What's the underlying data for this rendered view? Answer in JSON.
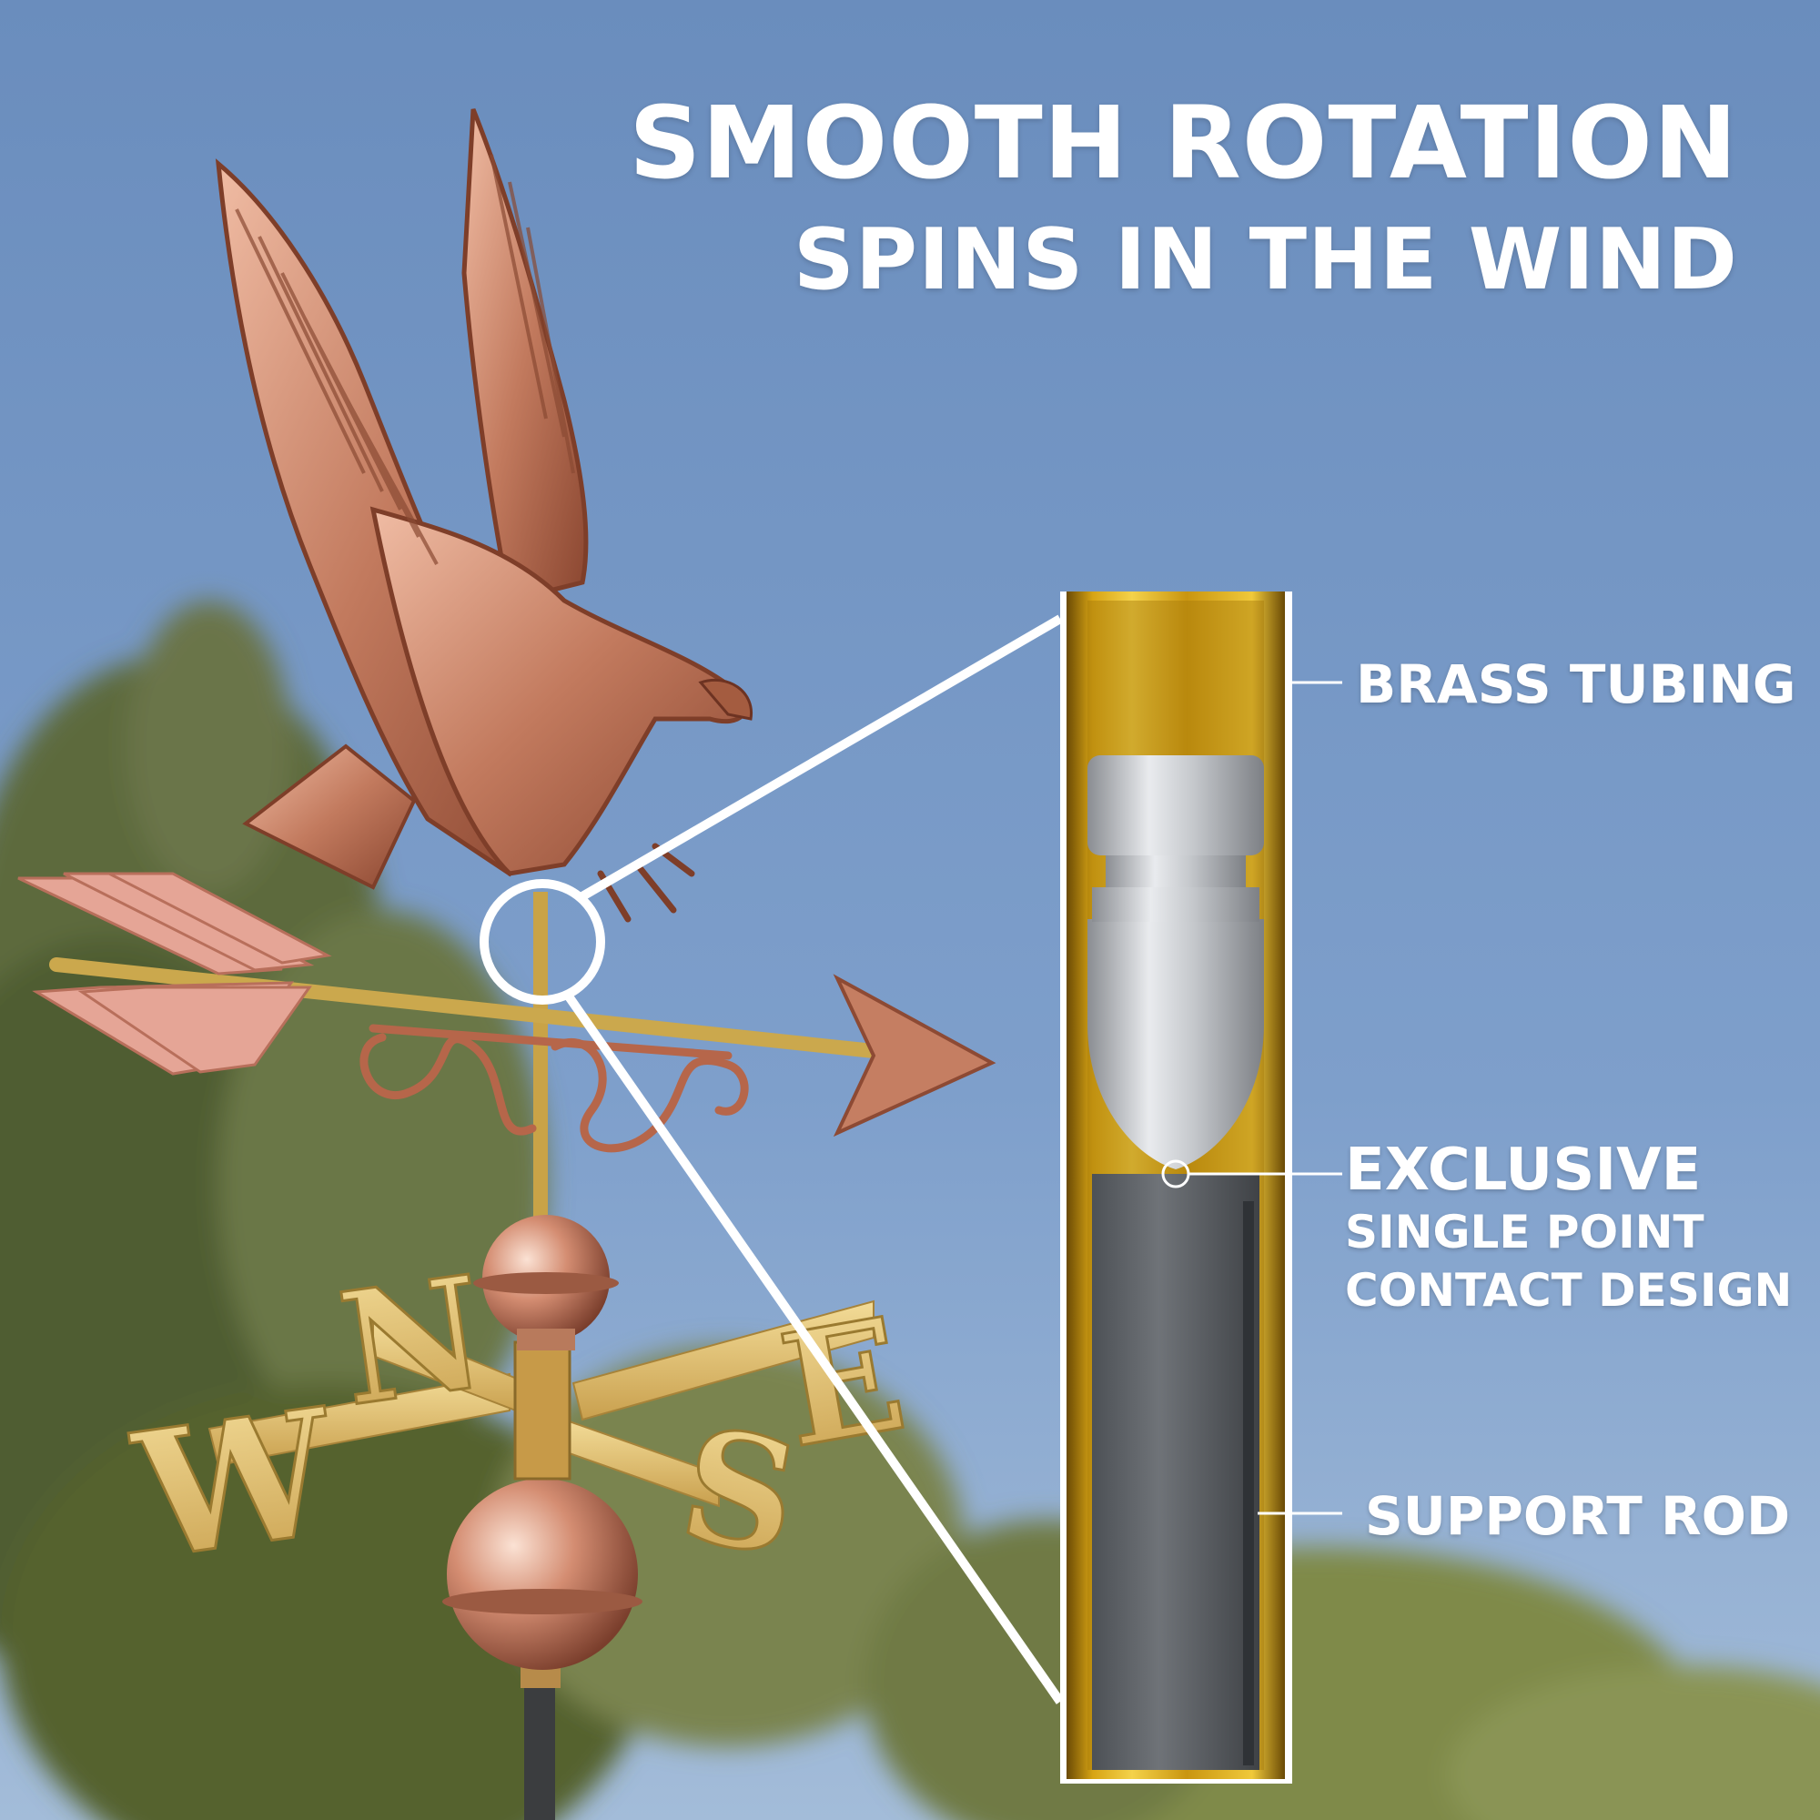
{
  "headline": {
    "line1": "SMOOTH ROTATION",
    "line2": "SPINS IN THE WIND"
  },
  "callouts": {
    "brass_tubing": "BRASS TUBING",
    "exclusive": "EXCLUSIVE",
    "single_point": "SINGLE POINT",
    "contact_design": "CONTACT DESIGN",
    "support_rod": "SUPPORT ROD"
  },
  "compass_letters": {
    "west": "W",
    "north": "N",
    "south": "S",
    "east": "E"
  },
  "colors": {
    "sky_top": "#6c8fbf",
    "sky_bottom": "#9fb9d8",
    "copper": "#c8826a",
    "brass": "#d9b24a",
    "rod": "#555a60",
    "text": "#ffffff"
  }
}
